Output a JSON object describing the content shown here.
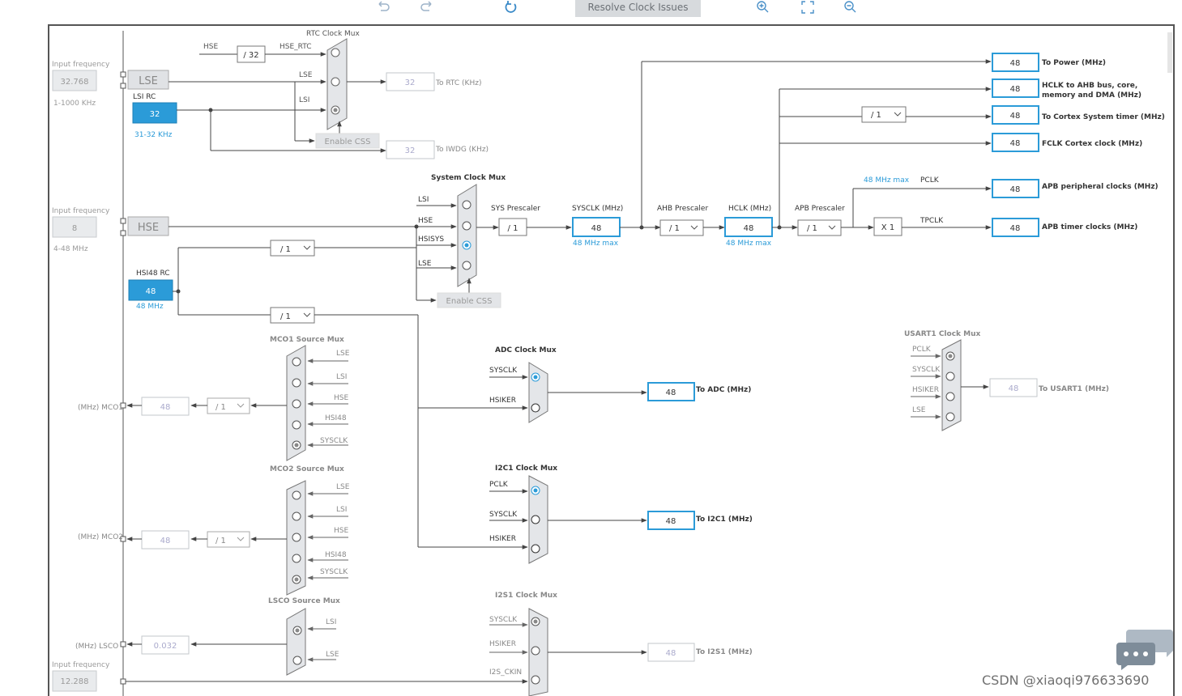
{
  "toolbar": {
    "undo_icon": "undo-icon",
    "redo_icon": "redo-icon",
    "refresh_icon": "refresh-icon",
    "resolve_label": "Resolve Clock Issues",
    "zoom_in_icon": "zoom-in-icon",
    "fit_icon": "fit-screen-icon",
    "zoom_out_icon": "zoom-out-icon"
  },
  "colors": {
    "accent": "#2b9bd8",
    "line": "#444444",
    "box_border": "#3aa0d8",
    "disabled": "#b8bcc0",
    "gray_fill": "#e6e8ea"
  },
  "sources": {
    "lse": {
      "label": "LSE",
      "input_label": "Input frequency",
      "value": "32.768",
      "range": "1-1000 KHz"
    },
    "lsi": {
      "label": "LSI RC",
      "value": "32",
      "range": "31-32 KHz"
    },
    "hse": {
      "label": "HSE",
      "input_label": "Input frequency",
      "value": "8",
      "range": "4-48 MHz"
    },
    "hsi48": {
      "label": "HSI48 RC",
      "value": "48",
      "range": "48 MHz"
    },
    "i2s_ckin": {
      "input_label": "Input frequency",
      "value": "12.288"
    }
  },
  "rtc": {
    "title": "RTC Clock Mux",
    "hse_label": "HSE",
    "div_label": "/ 32",
    "hse_rtc_label": "HSE_RTC",
    "lse_label": "LSE",
    "lsi_label": "LSI",
    "enable_css": "Enable CSS",
    "rtc_value": "32",
    "rtc_label": "To RTC (KHz)",
    "iwdg_value": "32",
    "iwdg_label": "To IWDG (KHz)"
  },
  "sysmux": {
    "title": "System Clock Mux",
    "lsi": "LSI",
    "hse": "HSE",
    "hsisys": "HSISYS",
    "lse": "LSE",
    "enable_css": "Enable CSS",
    "hsi_div1": "/ 1",
    "hsi_div2": "/ 1"
  },
  "sys_prescaler": {
    "label": "SYS Prescaler",
    "value": "/ 1"
  },
  "sysclk": {
    "label": "SYSCLK (MHz)",
    "value": "48",
    "max": "48 MHz max"
  },
  "ahb": {
    "label": "AHB Prescaler",
    "value": "/ 1"
  },
  "hclk": {
    "label": "HCLK (MHz)",
    "value": "48",
    "max": "48 MHz max"
  },
  "apb": {
    "label": "APB Prescaler",
    "value": "/ 1"
  },
  "cortex_div": "/ 1",
  "pclk": {
    "max": "48 MHz max",
    "label": "PCLK"
  },
  "tpclk": {
    "mult": "X 1",
    "label": "TPCLK"
  },
  "outputs": [
    {
      "value": "48",
      "label": "To Power (MHz)"
    },
    {
      "value": "48",
      "label": "HCLK to AHB bus, core,",
      "label2": "memory and DMA (MHz)"
    },
    {
      "value": "48",
      "label": "To Cortex System timer (MHz)"
    },
    {
      "value": "48",
      "label": "FCLK Cortex clock (MHz)"
    },
    {
      "value": "48",
      "label": "APB peripheral clocks (MHz)"
    },
    {
      "value": "48",
      "label": "APB timer clocks (MHz)"
    }
  ],
  "adc": {
    "title": "ADC Clock Mux",
    "in1": "SYSCLK",
    "in2": "HSIKER",
    "value": "48",
    "label": "To ADC (MHz)"
  },
  "i2c1": {
    "title": "I2C1 Clock Mux",
    "in1": "PCLK",
    "in2": "SYSCLK",
    "in3": "HSIKER",
    "value": "48",
    "label": "To I2C1 (MHz)"
  },
  "i2s1": {
    "title": "I2S1 Clock Mux",
    "in1": "SYSCLK",
    "in2": "HSIKER",
    "in3": "I2S_CKIN",
    "value": "48",
    "label": "To I2S1 (MHz)"
  },
  "usart1": {
    "title": "USART1 Clock Mux",
    "in1": "PCLK",
    "in2": "SYSCLK",
    "in3": "HSIKER",
    "in4": "LSE",
    "value": "48",
    "label": "To USART1 (MHz)"
  },
  "mco1": {
    "title": "MCO1 Source Mux",
    "in1": "LSE",
    "in2": "LSI",
    "in3": "HSE",
    "in4": "HSI48",
    "in5": "SYSCLK",
    "div": "/ 1",
    "value": "48",
    "label": "(MHz) MCO1"
  },
  "mco2": {
    "title": "MCO2 Source Mux",
    "in1": "LSE",
    "in2": "LSI",
    "in3": "HSE",
    "in4": "HSI48",
    "in5": "SYSCLK",
    "div": "/ 1",
    "value": "48",
    "label": "(MHz) MCO2"
  },
  "lsco": {
    "title": "LSCO Source Mux",
    "in1": "LSI",
    "in2": "LSE",
    "value": "0.032",
    "label": "(MHz) LSCO"
  },
  "watermark": "CSDN @xiaoqi976633690",
  "chat_icon": "chat-bubble-icon"
}
